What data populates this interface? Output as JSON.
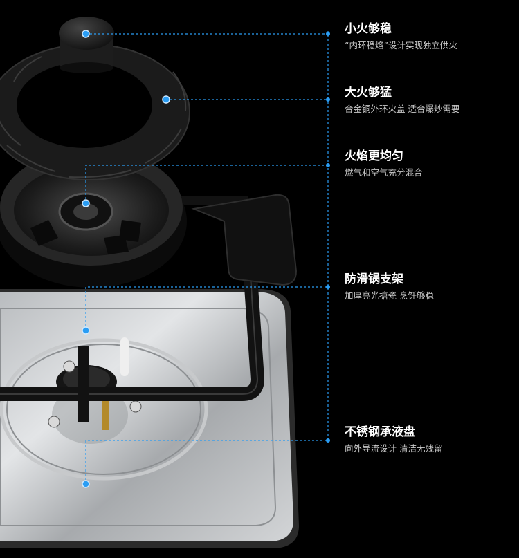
{
  "features": [
    {
      "title": "小火够稳",
      "desc": "“内环稳焰”设计实现独立供火"
    },
    {
      "title": "大火够猛",
      "desc": "合金铜外环火盖 适合爆炒需要"
    },
    {
      "title": "火焰更均匀",
      "desc": "燃气和空气充分混合"
    },
    {
      "title": "防滑锅支架",
      "desc": "加厚亮光搪瓷 烹饪够稳"
    },
    {
      "title": "不锈钢承液盘",
      "desc": "向外导流设计 清洁无残留"
    }
  ],
  "colors": {
    "background": "#000000",
    "accent": "#2a9df4",
    "title": "#ffffff",
    "desc": "#c9c9c9"
  }
}
